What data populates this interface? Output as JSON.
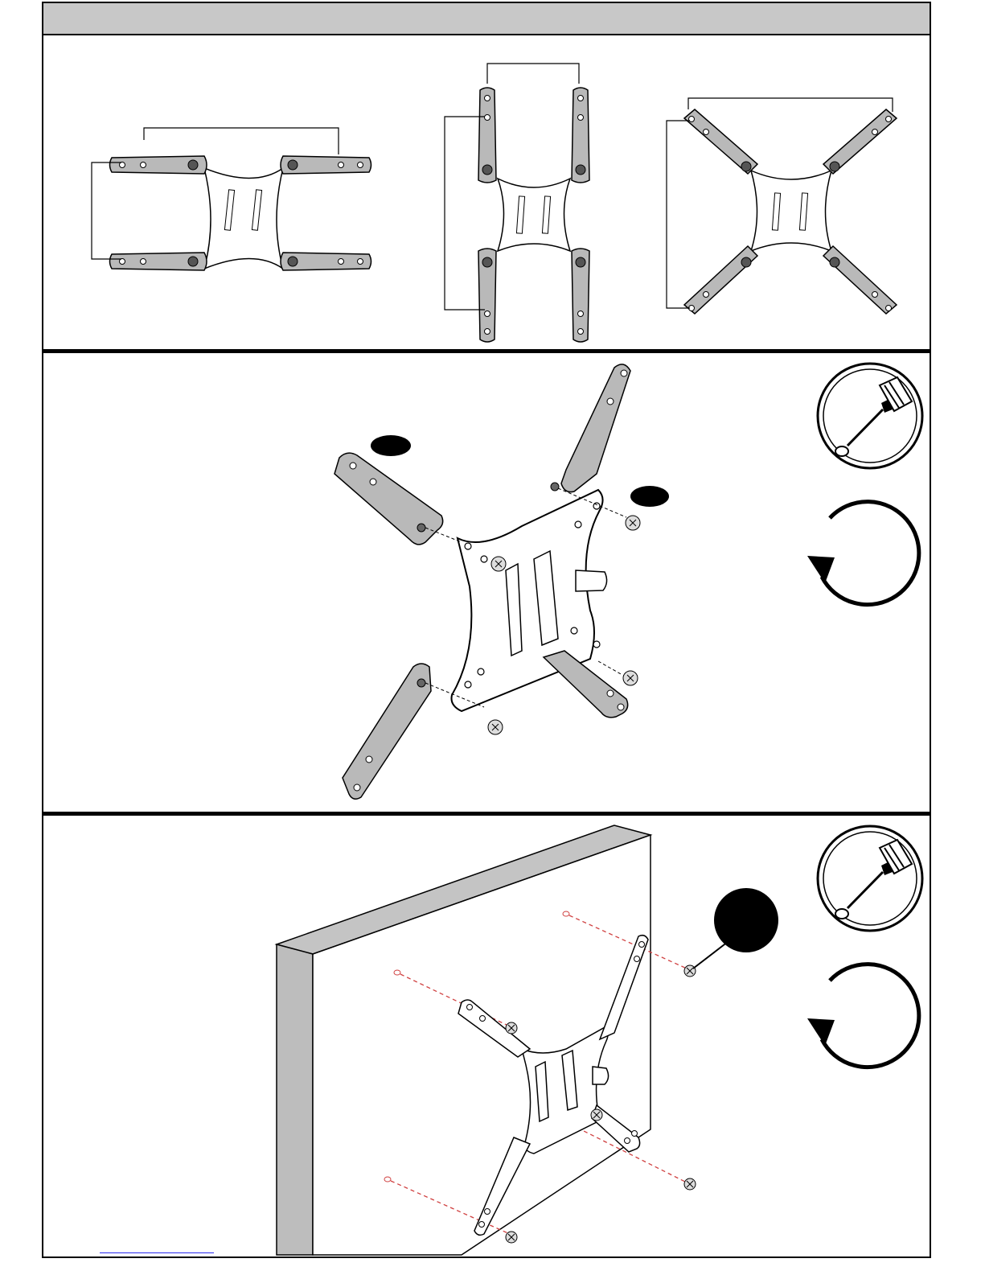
{
  "page": {
    "header_text": "",
    "colors": {
      "bracket_fill": "#b9b9b9",
      "plate_fill": "#ffffff",
      "outline": "#000000",
      "wall_front": "#ffffff",
      "wall_side": "#bdbdbd",
      "guide_line_red": "#d04040",
      "header_bar": "#c8c8c8",
      "link_blue": "#2a2af0"
    }
  },
  "step1": {
    "name": "bracket-configurations",
    "configurations": [
      "horizontal-arms",
      "vertical-arms",
      "diagonal-arms"
    ]
  },
  "step2": {
    "name": "attach-arms-to-plate",
    "callout_markers": [
      "",
      ""
    ],
    "tool_icon": "screwdriver-icon",
    "rotation_icon": "clockwise-arrow-icon"
  },
  "step3": {
    "name": "mount-to-display",
    "callout_marker": "",
    "tool_icon": "screwdriver-icon",
    "rotation_icon": "clockwise-arrow-icon"
  }
}
